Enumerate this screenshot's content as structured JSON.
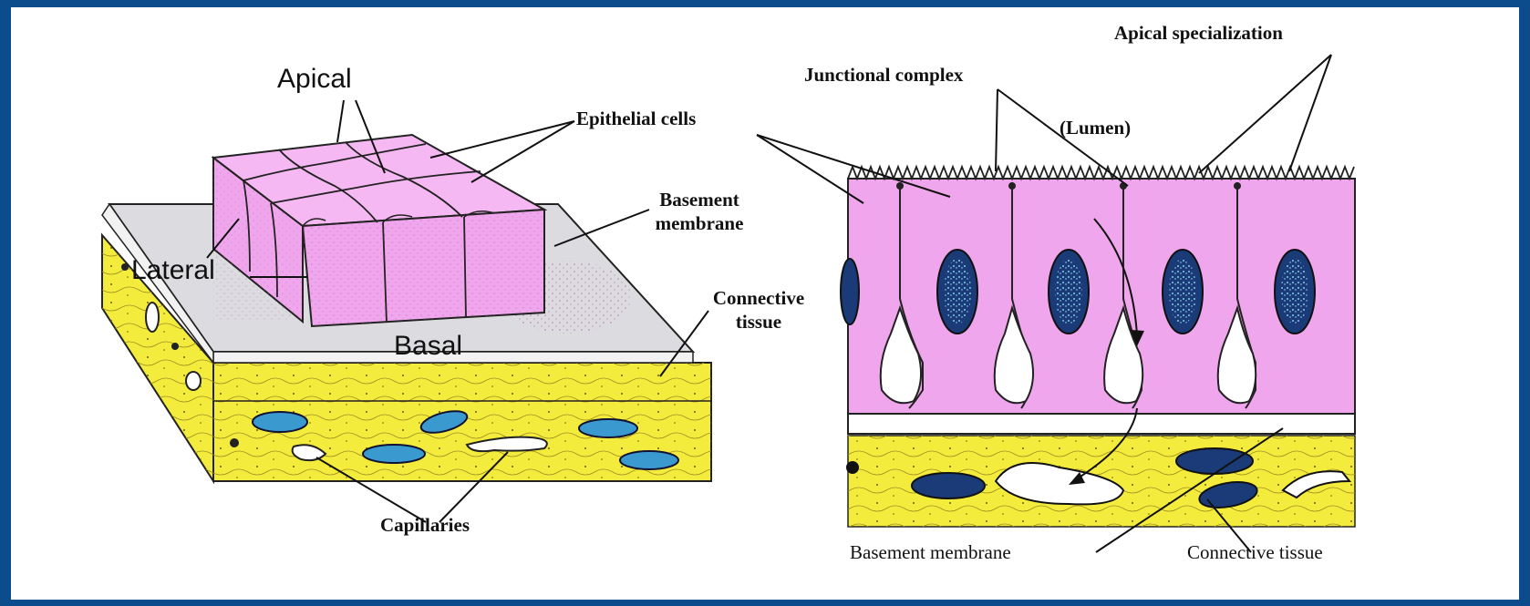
{
  "left_diagram": {
    "labels": {
      "apical": "Apical",
      "lateral": "Lateral",
      "basal": "Basal",
      "epithelial_cells": "Epithelial cells",
      "basement_membrane_line1": "Basement",
      "basement_membrane_line2": "membrane",
      "connective_tissue_line1": "Connective",
      "connective_tissue_line2": "tissue",
      "capillaries": "Capillaries"
    }
  },
  "right_diagram": {
    "labels": {
      "apical_specialization": "Apical specialization",
      "junctional_complex": "Junctional complex",
      "lumen": "(Lumen)",
      "basement_membrane": "Basement membrane",
      "connective_tissue": "Connective tissue"
    }
  },
  "colors": {
    "border": "#0d4c8c",
    "cell_pink": "#f0a6ec",
    "cell_pink_light": "#f6c4f2",
    "connective_yellow": "#f4ec3c",
    "membrane_gray": "#dcdce0",
    "nucleus_blue": "#1a3a78",
    "nucleus_dots": "#7fd0e8"
  }
}
